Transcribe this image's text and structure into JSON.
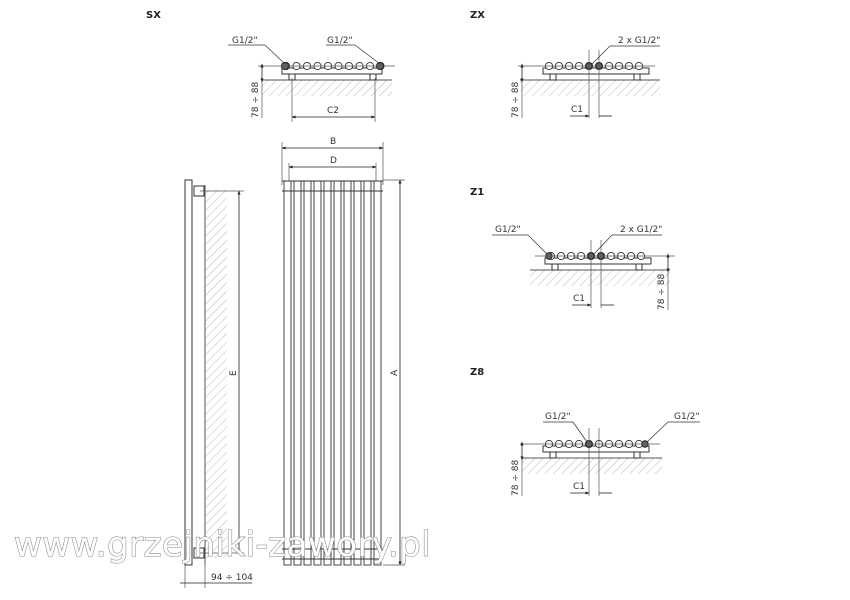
{
  "views": {
    "sx": {
      "title": "SX",
      "conn_left": "G1/2\"",
      "conn_right": "G1/2\"",
      "depth": "78 ÷ 88",
      "spacing": "C2"
    },
    "zx": {
      "title": "ZX",
      "conn": "2 x G1/2\"",
      "depth": "78 ÷ 88",
      "offset": "C1"
    },
    "z1": {
      "title": "Z1",
      "conn_left": "G1/2\"",
      "conn_right": "2 x G1/2\"",
      "depth": "78 ÷ 88",
      "offset": "C1"
    },
    "z8": {
      "title": "Z8",
      "conn_left": "G1/2\"",
      "conn_right": "G1/2\"",
      "depth": "78 ÷ 88",
      "offset": "C1"
    }
  },
  "side_view": {
    "height_label": "E",
    "wall_distance": "94 ÷ 104"
  },
  "front_view": {
    "width_label": "B",
    "inner_width_label": "D",
    "height_label": "A"
  },
  "watermark": "www.grzejniki-zawory.pl"
}
